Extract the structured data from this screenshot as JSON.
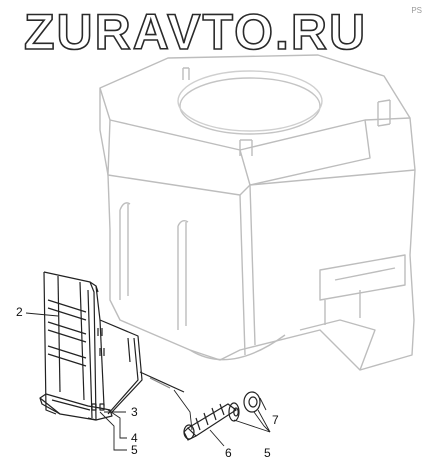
{
  "watermark": {
    "text": "ZURAVTO.RU"
  },
  "corner_mark": {
    "text": "PS"
  },
  "callouts": {
    "c2": "2",
    "c3": "3",
    "c4": "4",
    "c5a": "5",
    "c6": "6",
    "c5b": "5",
    "c7": "7"
  },
  "colors": {
    "line": "#bfbfbf",
    "detail": "#222222",
    "background": "#ffffff"
  }
}
